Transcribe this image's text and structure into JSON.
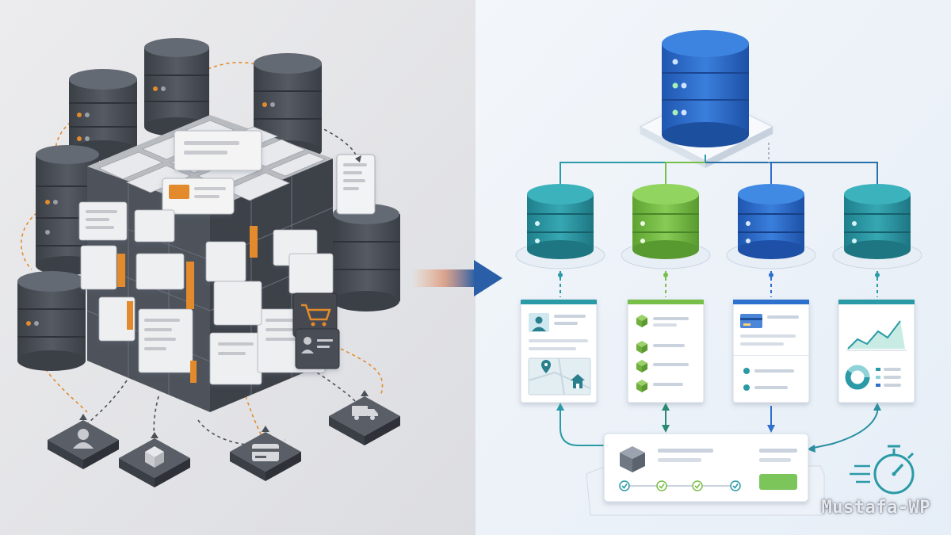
{
  "watermark": "Mustafa-WP",
  "colors": {
    "left_background": "#e4e5e8",
    "right_background": "#eef3f9",
    "dark_cylinder": "#4b5058",
    "orange_accent": "#e38b2c",
    "central_db": "#2f6fce",
    "shard_teal": "#2a9aa6",
    "shard_green": "#78bf48",
    "shard_blue": "#2f6fce",
    "arrow": "#2a5fa8"
  },
  "left_panel": {
    "description_icons": [
      "user-icon",
      "package-icon",
      "payment-card-icon",
      "truck-icon"
    ]
  },
  "right_panel": {
    "central_db_icon": "database-icon",
    "shards": [
      {
        "color": "teal",
        "card_icons": [
          "user-icon",
          "map-pin-icon",
          "home-icon"
        ]
      },
      {
        "color": "green",
        "card_icons": [
          "package-icon",
          "package-icon",
          "package-icon",
          "package-icon"
        ]
      },
      {
        "color": "blue",
        "card_icons": [
          "payment-card-icon"
        ]
      },
      {
        "color": "teal",
        "card_icons": [
          "line-chart-icon",
          "donut-chart-icon"
        ]
      }
    ],
    "aggregator_icons": [
      "package-icon",
      "check-icon",
      "check-icon",
      "check-icon",
      "check-icon"
    ],
    "timer_icon": "stopwatch-icon"
  }
}
